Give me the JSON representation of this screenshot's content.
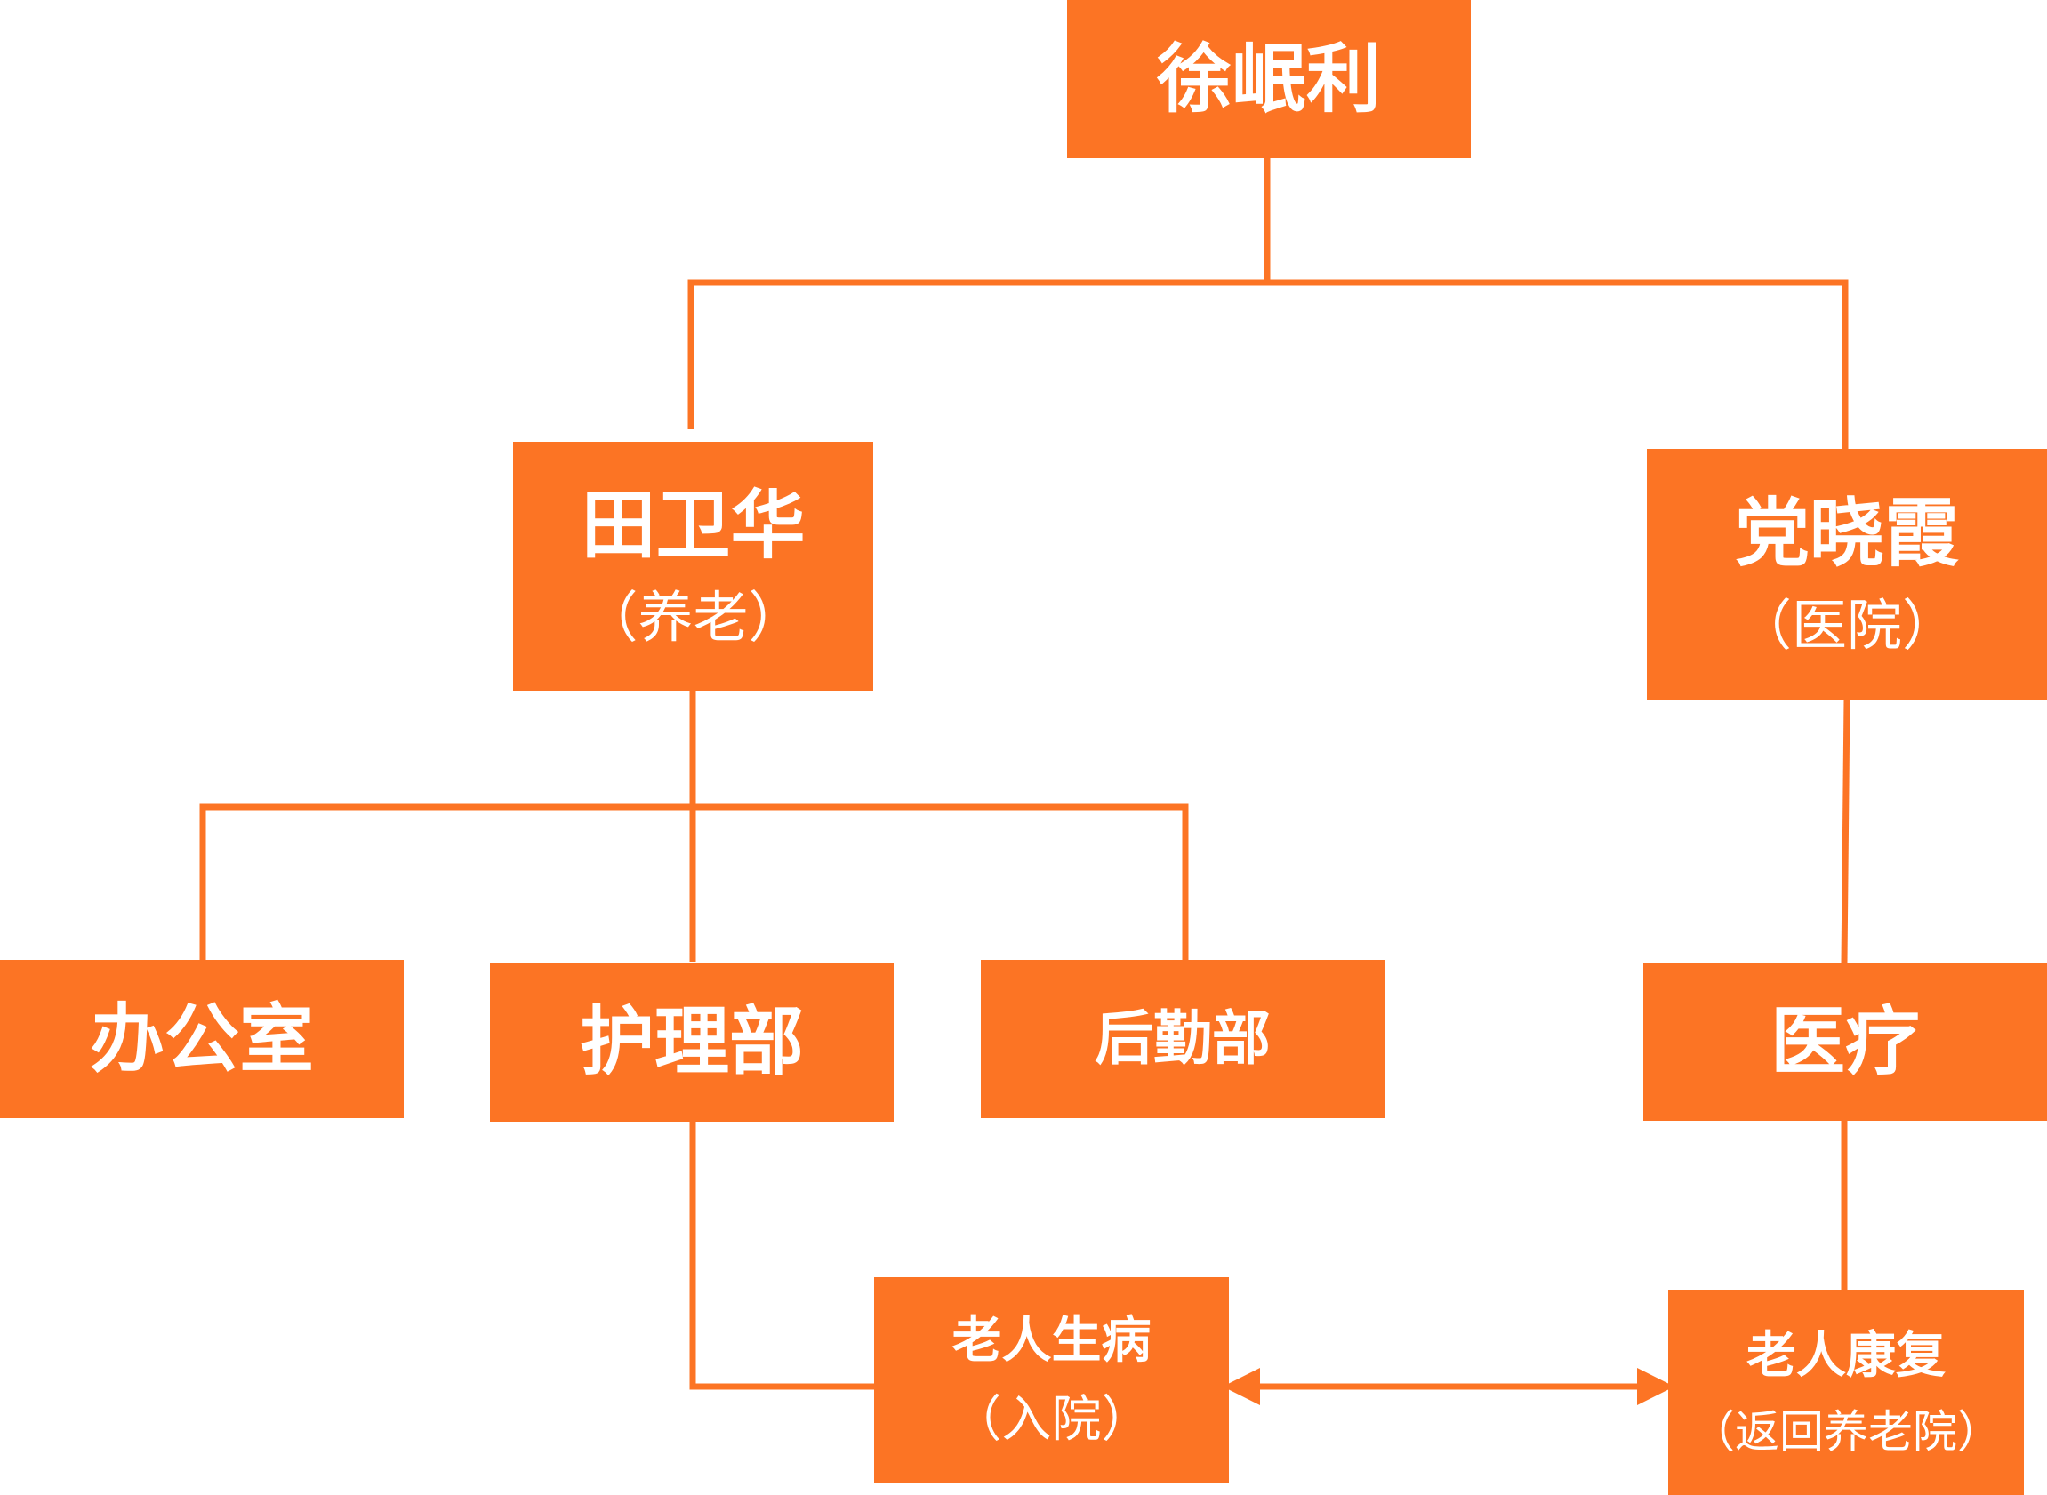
{
  "colors": {
    "node_fill": "#fc7424",
    "connector": "#fc7424",
    "text": "#ffffff"
  },
  "nodes": {
    "root": {
      "name": "徐岷利"
    },
    "elderly_care_head": {
      "name": "田卫华",
      "note": "（养老）"
    },
    "hospital_head": {
      "name": "党晓霞",
      "note": "（医院）"
    },
    "office": {
      "name": "办公室"
    },
    "nursing": {
      "name": "护理部"
    },
    "logistics": {
      "name": "后勤部"
    },
    "medical": {
      "name": "医疗"
    },
    "sick": {
      "name": "老人生病",
      "note": "（入院）"
    },
    "recovery": {
      "name": "老人康复",
      "note": "（返回养老院）"
    }
  }
}
